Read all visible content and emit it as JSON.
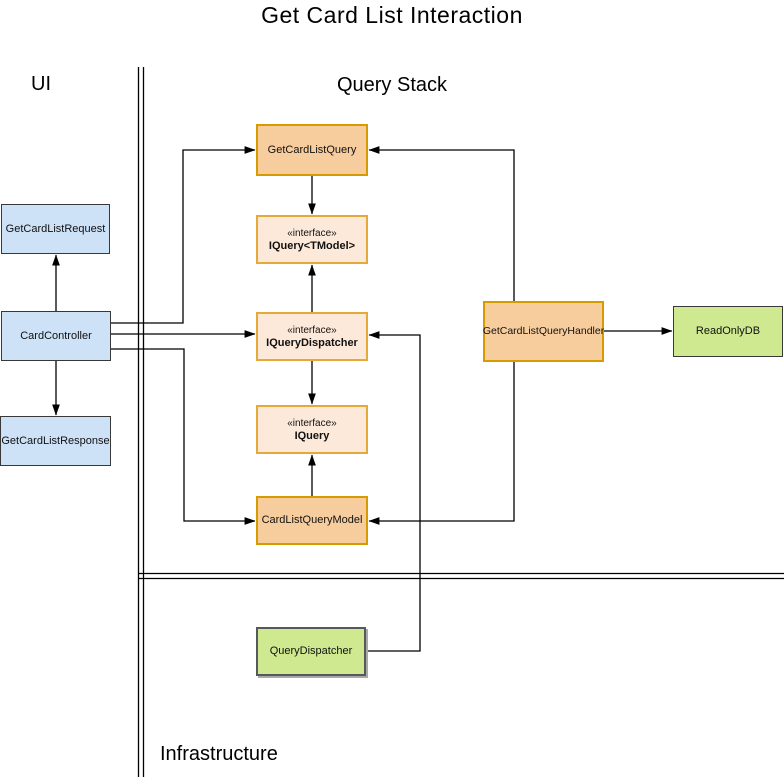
{
  "title": "Get Card List Interaction",
  "lanes": {
    "ui": "UI",
    "query_stack": "Query Stack",
    "infrastructure": "Infrastructure"
  },
  "nodes": {
    "req": {
      "label": "GetCardListRequest"
    },
    "ctrl": {
      "label": "CardController"
    },
    "resp": {
      "label": "GetCardListResponse"
    },
    "query": {
      "label": "GetCardListQuery"
    },
    "iquery_t": {
      "stereotype": "«interface»",
      "label": "IQuery<TModel>"
    },
    "idispatcher": {
      "stereotype": "«interface»",
      "label": "IQueryDispatcher"
    },
    "iquery": {
      "stereotype": "«interface»",
      "label": "IQuery"
    },
    "model": {
      "label": "CardListQueryModel"
    },
    "handler": {
      "label": "GetCardListQueryHandler"
    },
    "readonly": {
      "label": "ReadOnlyDB"
    },
    "qdispatcher": {
      "label": "QueryDispatcher"
    }
  },
  "colors": {
    "blue_fill": "#cde1f7",
    "dark_border": "#383838",
    "orange_fill": "#f7cd9e",
    "orange_border": "#d79b00",
    "peach_fill": "#fde9d9",
    "gold_border": "#e6a839",
    "green_fill": "#cee98f",
    "line": "#000000",
    "background": "#ffffff"
  },
  "diagram": {
    "type": "component-interaction",
    "lanes": [
      "UI",
      "Query Stack",
      "Infrastructure"
    ],
    "edges": [
      {
        "from": "CardController",
        "to": "GetCardListRequest"
      },
      {
        "from": "CardController",
        "to": "GetCardListResponse"
      },
      {
        "from": "CardController",
        "to": "GetCardListQuery"
      },
      {
        "from": "CardController",
        "to": "IQueryDispatcher"
      },
      {
        "from": "CardController",
        "to": "CardListQueryModel"
      },
      {
        "from": "GetCardListQuery",
        "to": "IQuery<TModel>"
      },
      {
        "from": "IQueryDispatcher",
        "to": "IQuery<TModel>"
      },
      {
        "from": "IQueryDispatcher",
        "to": "IQuery"
      },
      {
        "from": "CardListQueryModel",
        "to": "IQuery"
      },
      {
        "from": "QueryDispatcher",
        "to": "IQueryDispatcher"
      },
      {
        "from": "GetCardListQueryHandler",
        "to": "GetCardListQuery"
      },
      {
        "from": "GetCardListQueryHandler",
        "to": "CardListQueryModel"
      },
      {
        "from": "GetCardListQueryHandler",
        "to": "ReadOnlyDB"
      }
    ]
  }
}
